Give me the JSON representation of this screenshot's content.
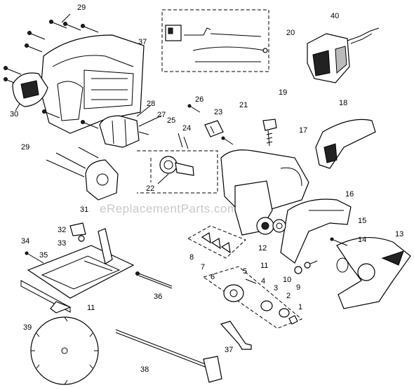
{
  "watermark": "eReplacementParts.com",
  "parts": {
    "p1": "1",
    "p2": "2",
    "p3": "3",
    "p4": "4",
    "p5": "5",
    "p6": "6",
    "p7": "7",
    "p8": "8",
    "p9": "9",
    "p10": "10",
    "p11a": "11",
    "p11b": "11",
    "p12": "12",
    "p13": "13",
    "p14": "14",
    "p15": "15",
    "p16": "16",
    "p17": "17",
    "p18": "18",
    "p19": "19",
    "p20": "20",
    "p21": "21",
    "p22": "22",
    "p23": "23",
    "p24": "24",
    "p25": "25",
    "p26": "26",
    "p27": "27",
    "p28": "28",
    "p29a": "29",
    "p29b": "29",
    "p30": "30",
    "p31": "31",
    "p32": "32",
    "p33": "33",
    "p34": "34",
    "p35": "35",
    "p36": "36",
    "p37a": "37",
    "p37b": "37",
    "p38": "38",
    "p39": "39",
    "p40": "40"
  }
}
